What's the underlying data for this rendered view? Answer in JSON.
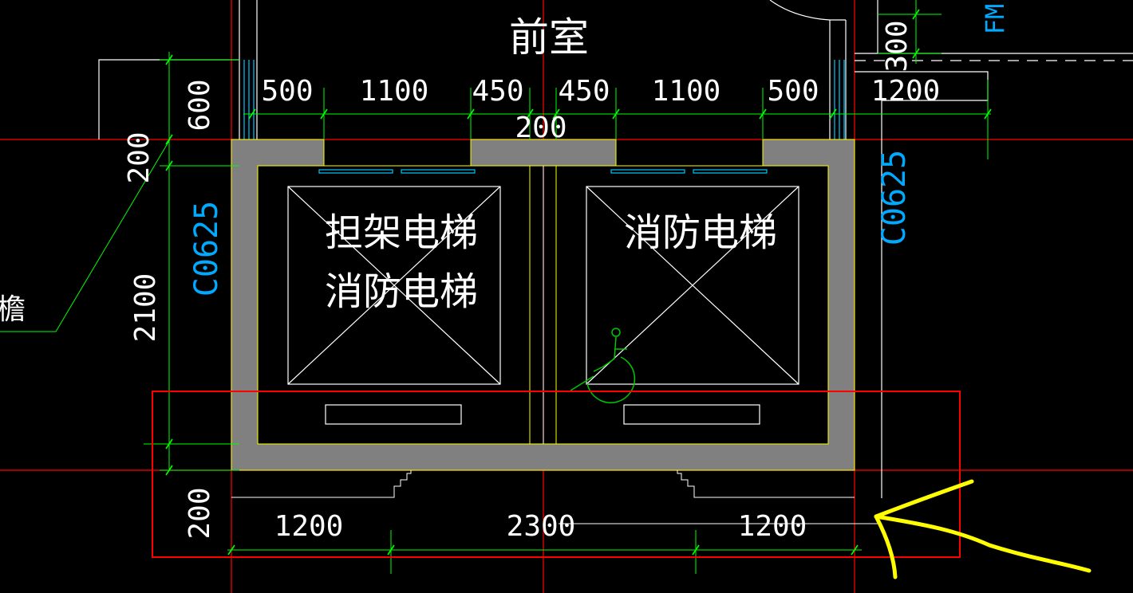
{
  "colors": {
    "background": "#000000",
    "axis": "#ff0000",
    "dimension": "#00ff00",
    "wall_fill": "#808080",
    "wall_edge": "#ffff00",
    "line": "#ffffff",
    "window": "#00c8ff",
    "annotation_marker": "#ffff00"
  },
  "labels": {
    "anteroom": "前室",
    "stretcher_elevator": "担架电梯",
    "fire_elevator": "消防电梯",
    "fire_elevator_right": "消防电梯",
    "eave_partial": "檐",
    "fm_partial": "FM",
    "window_left": "C0625",
    "window_right": "C0625"
  },
  "dimensions": {
    "top": [
      "500",
      "1100",
      "450",
      "450",
      "1100",
      "500"
    ],
    "top_center": "200",
    "top_right": "1200",
    "top_right_vertical": "300",
    "left_600": "600",
    "left_200_top": "200",
    "left_2100": "2100",
    "left_200_bottom": "200",
    "bottom": [
      "1200",
      "2300",
      "1200"
    ]
  }
}
